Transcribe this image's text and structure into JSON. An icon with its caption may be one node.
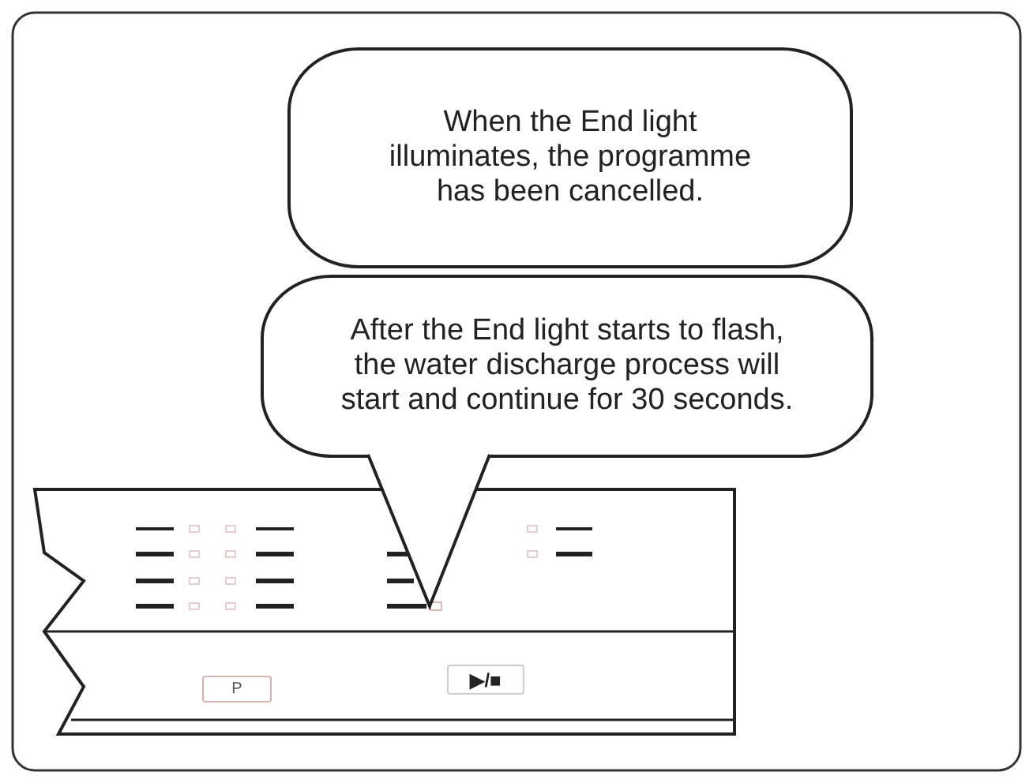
{
  "diagram": {
    "nodes": [
      {
        "text": [
          "When the End light illuminates, the programme has been cancelled."
        ]
      },
      {
        "text": [
          "After the End light starts to flash, the water discharge process will start and continue for 30 seconds."
        ]
      },
      {
        "text": [],
        "shape": "box"
      },
      {
        "text": [
          "P"
        ]
      },
      {
        "text": [
          "▶/■"
        ]
      }
    ],
    "edges": [
      {
        "from": 1,
        "to": 2,
        "arrow": "to"
      }
    ]
  }
}
